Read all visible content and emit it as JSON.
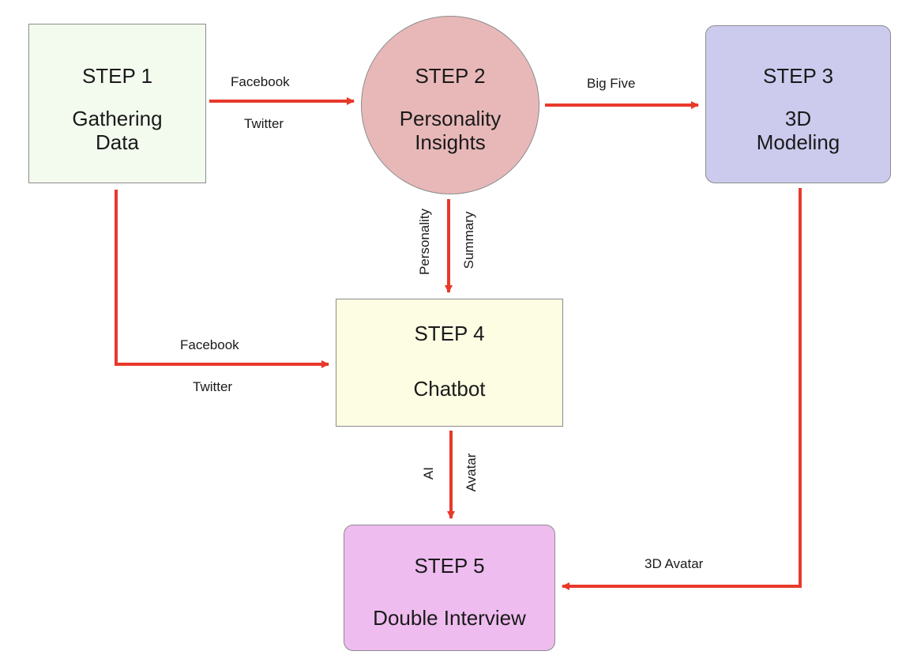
{
  "nodes": {
    "step1": {
      "step": "STEP 1",
      "name": "Gathering\nData",
      "color": "#f3fbee"
    },
    "step2": {
      "step": "STEP 2",
      "name": "Personality\nInsights",
      "color": "#e8b8b8"
    },
    "step3": {
      "step": "STEP 3",
      "name": "3D\nModeling",
      "color": "#cccbee"
    },
    "step4": {
      "step": "STEP 4",
      "name": "Chatbot",
      "color": "#fdfde3"
    },
    "step5": {
      "step": "STEP 5",
      "name": "Double Interview",
      "color": "#eebcef"
    }
  },
  "edges": {
    "e1_2": {
      "label_top": "Facebook",
      "label_bottom": "Twitter"
    },
    "e2_3": {
      "label": "Big Five"
    },
    "e2_4": {
      "label_left": "Personality",
      "label_right": "Summary"
    },
    "e1_4": {
      "label_top": "Facebook",
      "label_bottom": "Twitter"
    },
    "e4_5": {
      "label_left": "AI",
      "label_right": "Avatar"
    },
    "e3_5": {
      "label": "3D Avatar"
    }
  },
  "colors": {
    "arrow": "#e8392b",
    "border": "#8c8c8c"
  }
}
